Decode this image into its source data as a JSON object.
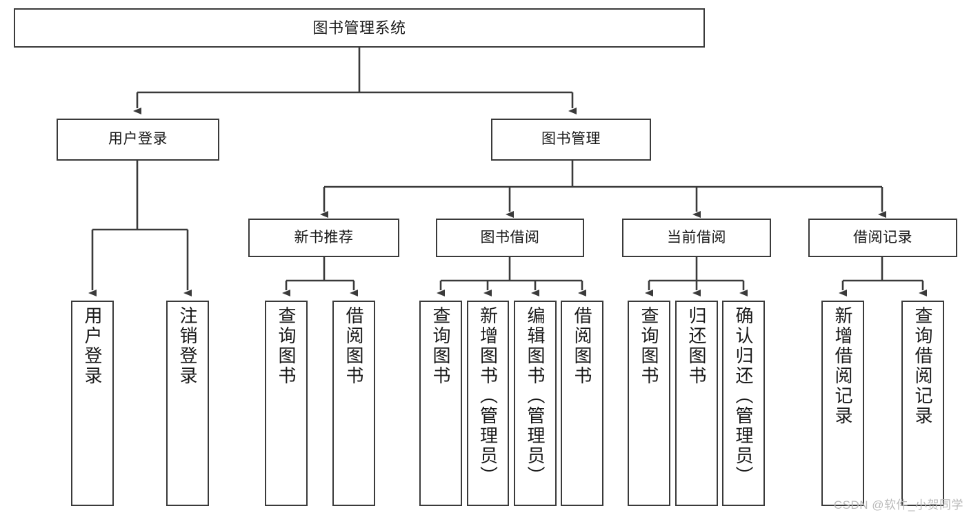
{
  "diagram": {
    "type": "tree-hierarchy",
    "root": {
      "label": "图书管理系统"
    },
    "level2": [
      {
        "label": "用户登录"
      },
      {
        "label": "图书管理"
      }
    ],
    "level3": [
      {
        "label": "新书推荐"
      },
      {
        "label": "图书借阅"
      },
      {
        "label": "当前借阅"
      },
      {
        "label": "借阅记录"
      }
    ],
    "leaves": {
      "user_login": [
        {
          "label": "用户登录"
        },
        {
          "label": "注销登录"
        }
      ],
      "new_book_recommend": [
        {
          "label": "查询图书"
        },
        {
          "label": "借阅图书"
        }
      ],
      "book_borrow": [
        {
          "label": "查询图书"
        },
        {
          "label": "新增图书（管理员）"
        },
        {
          "label": "编辑图书（管理员）"
        },
        {
          "label": "借阅图书"
        }
      ],
      "current_borrow": [
        {
          "label": "查询图书"
        },
        {
          "label": "归还图书"
        },
        {
          "label": "确认归还（管理员）"
        }
      ],
      "borrow_record": [
        {
          "label": "新增借阅记录"
        },
        {
          "label": "查询借阅记录"
        }
      ]
    }
  },
  "watermark": {
    "text": "CSDN @软件_小贺同学"
  },
  "colors": {
    "stroke": "#3a3a3a",
    "text": "#1a1a1a",
    "background": "#ffffff",
    "watermark": "#b9b9b9"
  }
}
